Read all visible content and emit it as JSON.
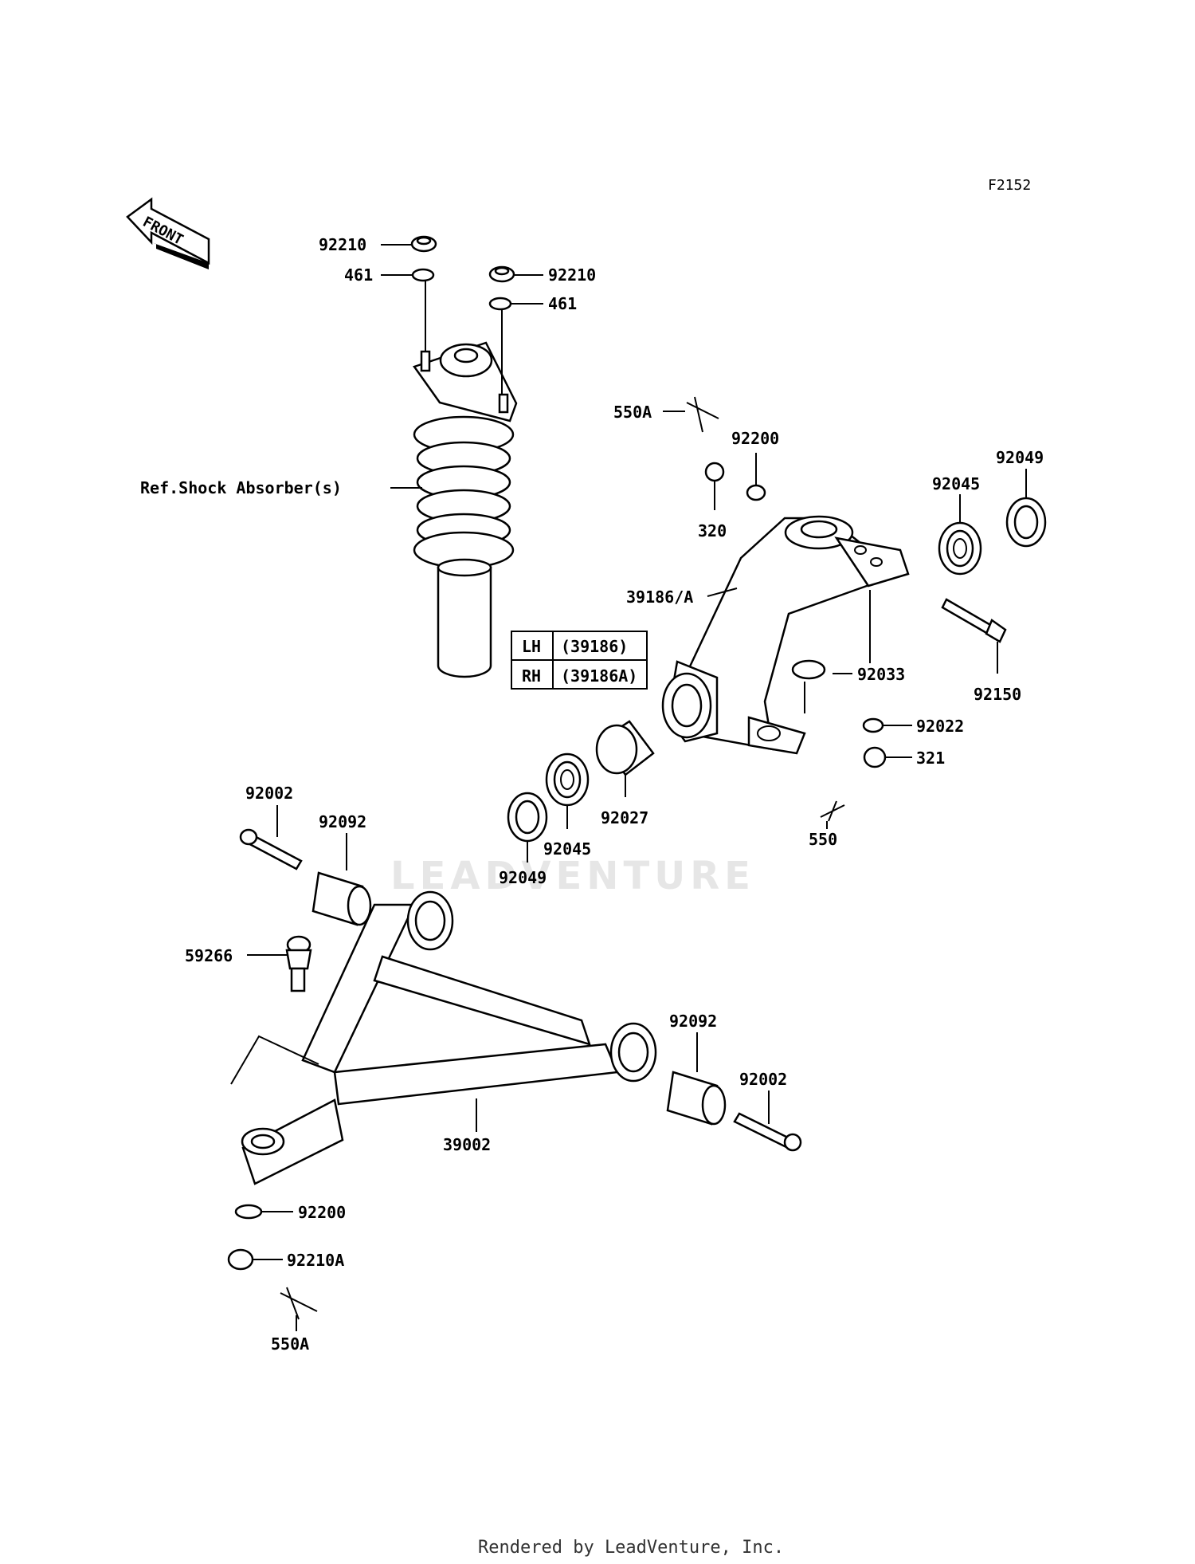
{
  "figure_code": "F2152",
  "front_label": "FRONT",
  "footer": "Rendered by LeadVenture, Inc.",
  "watermark": "LEADVENTURE",
  "side_table": {
    "rows": [
      {
        "side": "LH",
        "part": "(39186)"
      },
      {
        "side": "RH",
        "part": "(39186A)"
      }
    ]
  },
  "callouts": [
    {
      "id": "c1",
      "text": "92210"
    },
    {
      "id": "c2",
      "text": "461"
    },
    {
      "id": "c3",
      "text": "92210"
    },
    {
      "id": "c4",
      "text": "461"
    },
    {
      "id": "c5",
      "text": "Ref.Shock Absorber(s)"
    },
    {
      "id": "c6",
      "text": "550A"
    },
    {
      "id": "c7",
      "text": "92200"
    },
    {
      "id": "c8",
      "text": "320"
    },
    {
      "id": "c9",
      "text": "92049"
    },
    {
      "id": "c10",
      "text": "92045"
    },
    {
      "id": "c11",
      "text": "39186/A"
    },
    {
      "id": "c12",
      "text": "92033"
    },
    {
      "id": "c13",
      "text": "92150"
    },
    {
      "id": "c14",
      "text": "92022"
    },
    {
      "id": "c15",
      "text": "321"
    },
    {
      "id": "c16",
      "text": "550"
    },
    {
      "id": "c17",
      "text": "92027"
    },
    {
      "id": "c18",
      "text": "92045"
    },
    {
      "id": "c19",
      "text": "92049"
    },
    {
      "id": "c20",
      "text": "92002"
    },
    {
      "id": "c21",
      "text": "92092"
    },
    {
      "id": "c22",
      "text": "59266"
    },
    {
      "id": "c23",
      "text": "92092"
    },
    {
      "id": "c24",
      "text": "92002"
    },
    {
      "id": "c25",
      "text": "39002"
    },
    {
      "id": "c26",
      "text": "92200"
    },
    {
      "id": "c27",
      "text": "92210A"
    },
    {
      "id": "c28",
      "text": "550A"
    }
  ]
}
